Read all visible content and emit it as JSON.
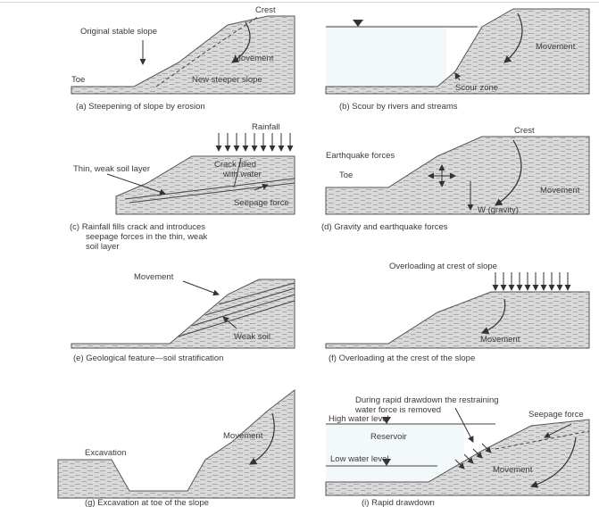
{
  "panels": {
    "a": {
      "crest": "Crest",
      "original": "Original stable slope",
      "toe": "Toe",
      "movement": "Movement",
      "new_slope": "New steeper slope",
      "caption": "(a) Steepening of slope by erosion"
    },
    "b": {
      "movement": "Movement",
      "scour": "Scour zone",
      "caption": "(b) Scour by rivers and streams"
    },
    "c": {
      "rainfall": "Rainfall",
      "thin_layer": "Thin, weak soil layer",
      "crack1": "Crack filled",
      "crack2": "with water",
      "seepage": "Seepage force",
      "caption_l1": "(c) Rainfall fills crack and introduces",
      "caption_l2": "seepage forces in the thin, weak",
      "caption_l3": "soil layer"
    },
    "d": {
      "crest": "Crest",
      "earthquake": "Earthquake forces",
      "toe": "Toe",
      "movement": "Movement",
      "gravity": "W (gravity)",
      "caption": "(d) Gravity and earthquake forces"
    },
    "e": {
      "movement": "Movement",
      "weak_soil": "Weak soil",
      "caption": "(e) Geological feature—soil stratification"
    },
    "f": {
      "overloading": "Overloading at crest of slope",
      "movement": "Movement",
      "caption": "(f) Overloading at the crest of the slope"
    },
    "g": {
      "excavation": "Excavation",
      "movement": "Movement",
      "caption": "(g) Excavation at toe of the slope"
    },
    "h": {
      "note_l1": "During rapid drawdown the restraining",
      "note_l2": "water force is removed",
      "high_water": "High water level",
      "reservoir": "Reservoir",
      "low_water": "Low water level",
      "seepage": "Seepage force",
      "movement": "Movement",
      "caption": "(i) Rapid drawdown"
    }
  }
}
